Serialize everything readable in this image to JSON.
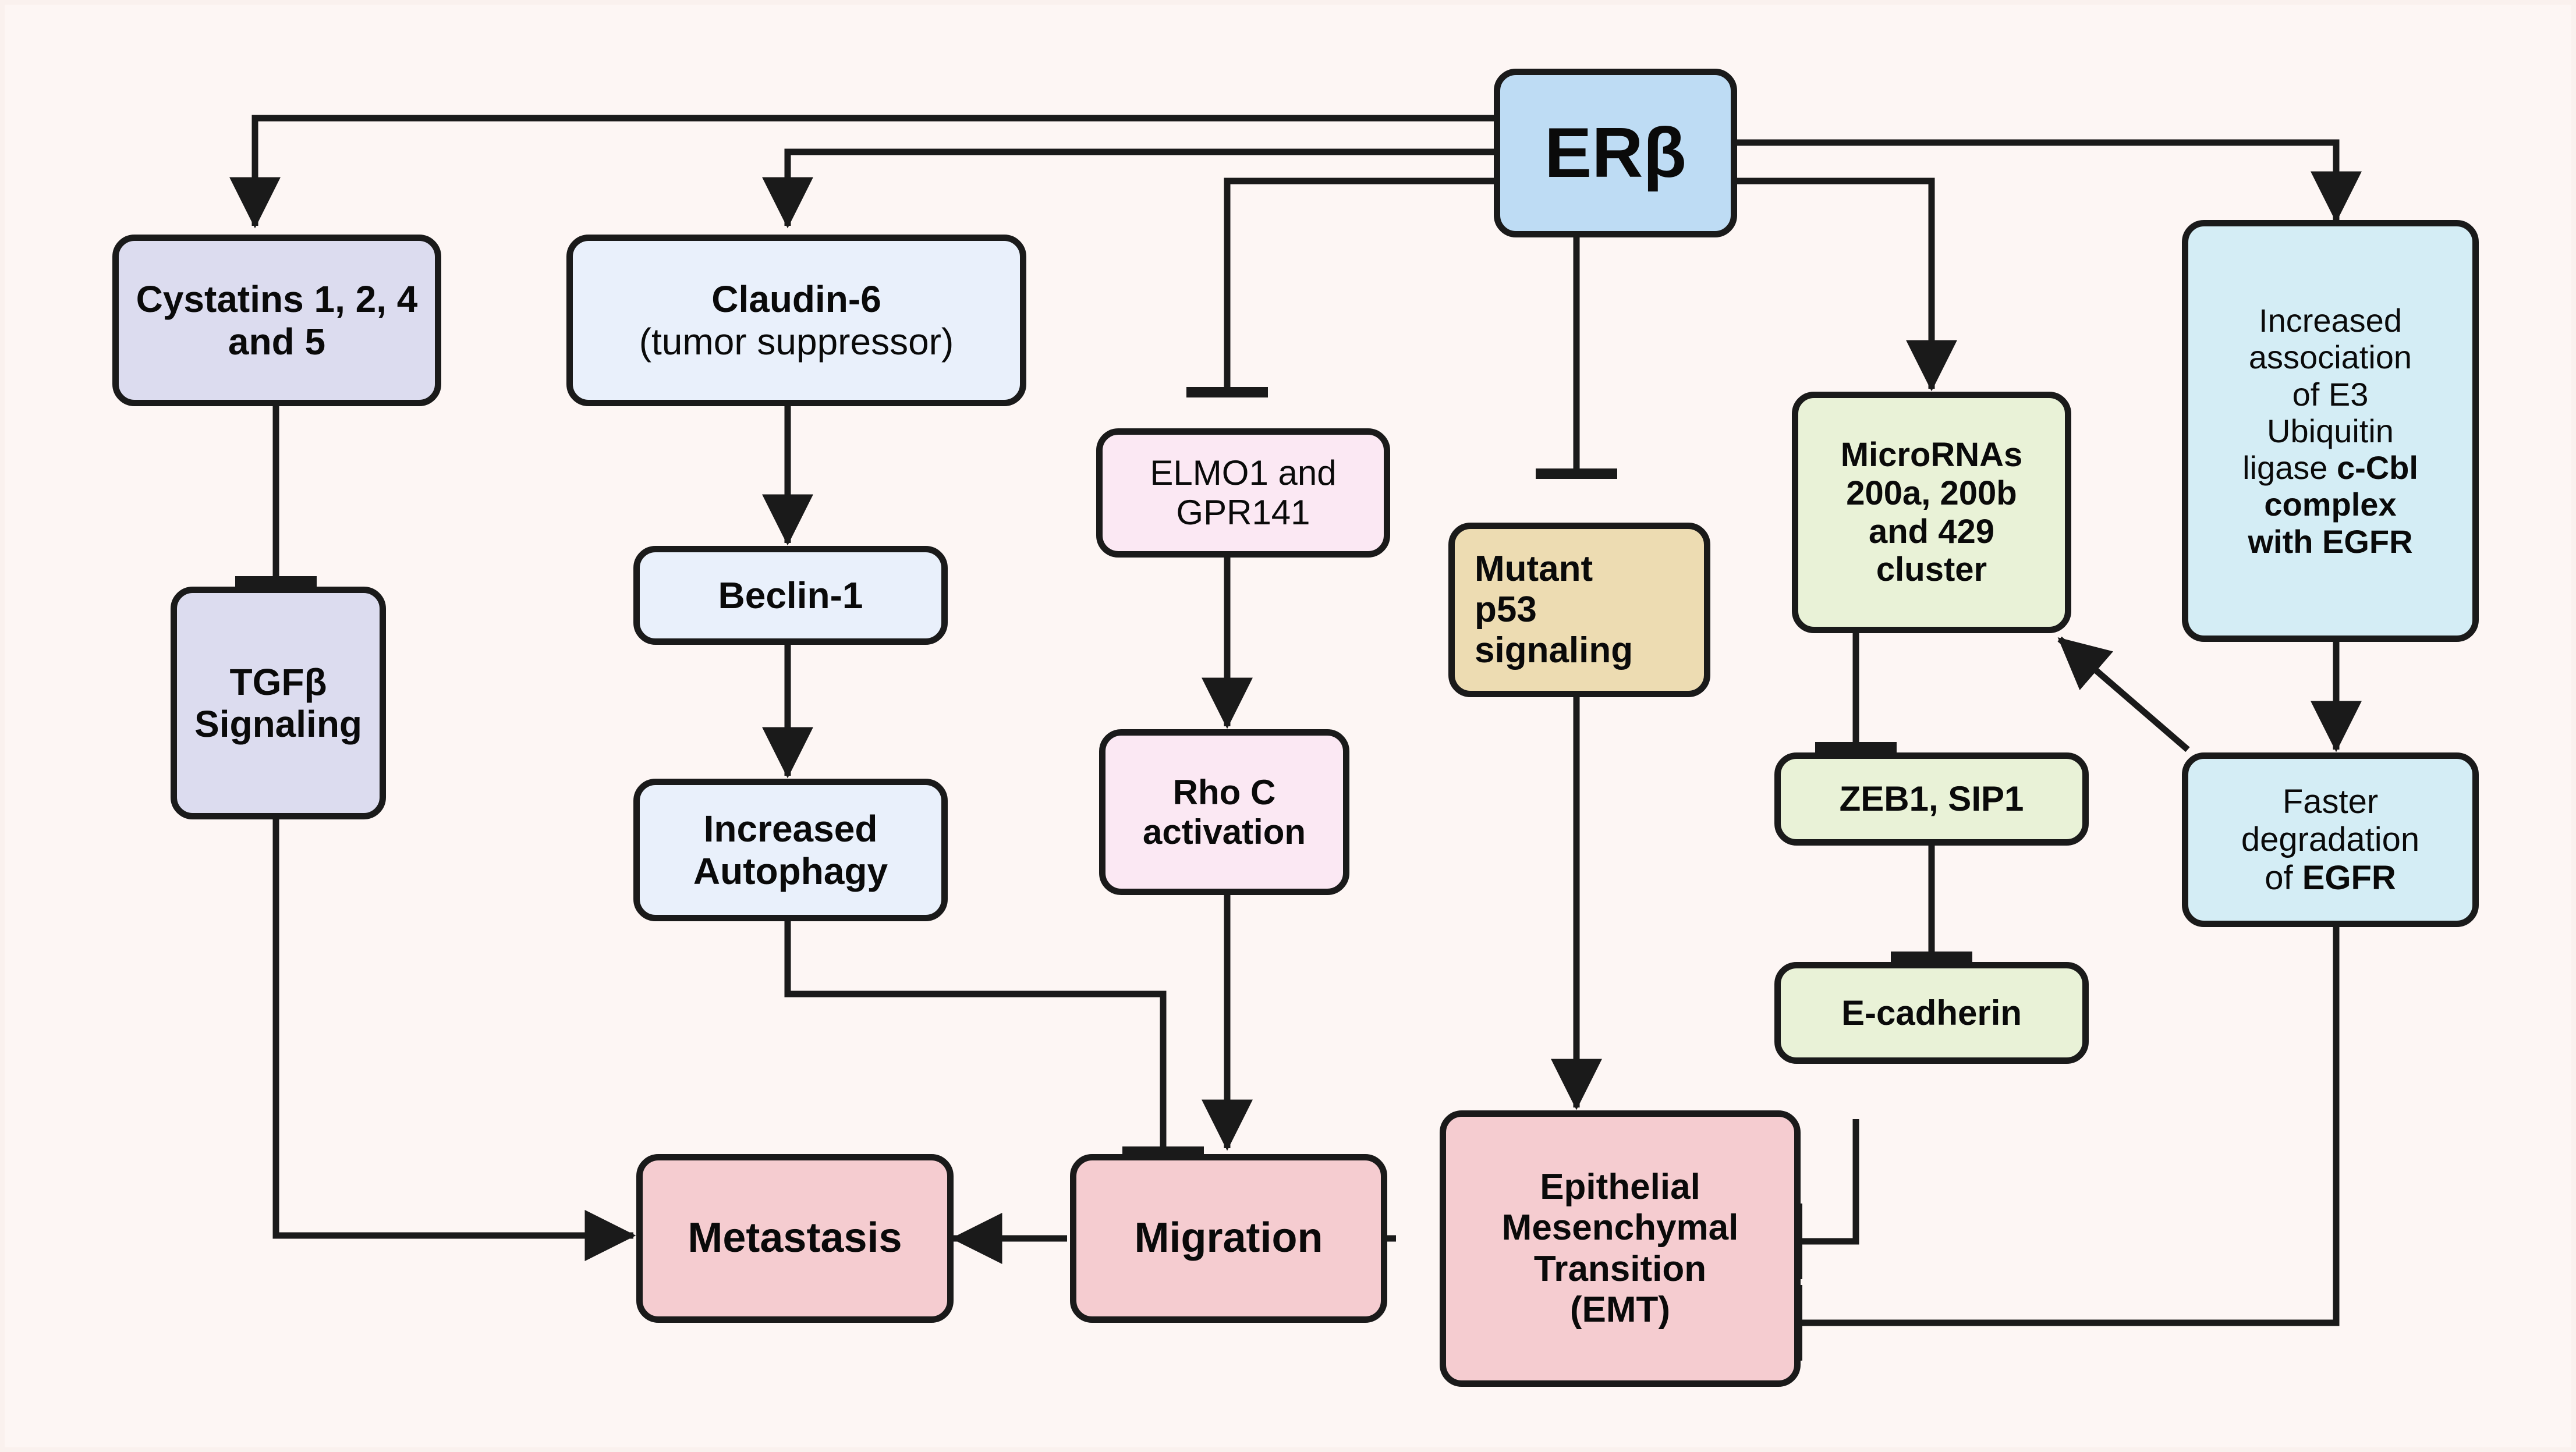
{
  "diagram": {
    "title": "ER-beta signalling in metastasis",
    "background_color": "#fdf6f4",
    "stroke_color": "#1a1a1a"
  },
  "nodes": {
    "erb": {
      "label": "ERβ",
      "fill": "#bedcf4"
    },
    "cystatins": {
      "label": "Cystatins 1, 2, 4 and 5",
      "fill": "#dcdcef"
    },
    "tgfb": {
      "line1": "TGFβ",
      "line2": "Signaling",
      "fill": "#dcdcef"
    },
    "claudin": {
      "line1": "Claudin-6",
      "line2": "(tumor suppressor)",
      "fill": "#e9f0fb"
    },
    "beclin": {
      "label": "Beclin-1",
      "fill": "#e9f0fb"
    },
    "autophagy": {
      "line1": "Increased",
      "line2": "Autophagy",
      "fill": "#e9f0fb"
    },
    "elmo": {
      "line1": "ELMO1 and",
      "line2": "GPR141",
      "fill": "#fbe8f3"
    },
    "rhoc": {
      "line1": "Rho C",
      "line2": "activation",
      "fill": "#fbe8f3"
    },
    "p53": {
      "line1": "Mutant",
      "line2": "p53",
      "line3": "signaling",
      "fill": "#eddcb2"
    },
    "mirna": {
      "line1": "MicroRNAs",
      "line2": "200a, 200b",
      "line3": "and 429",
      "line4": "cluster",
      "fill": "#e9f2d7"
    },
    "zeb1": {
      "label": "ZEB1, SIP1",
      "fill": "#e9f2d7"
    },
    "ecad": {
      "label": "E-cadherin",
      "fill": "#e9f2d7"
    },
    "e3": {
      "plain1": "Increased",
      "plain2": "association",
      "plain3": "of E3",
      "plain4": "Ubiquitin",
      "plain5": "ligase ",
      "bold1": "c-Cbl",
      "bold2": "complex",
      "bold3": "with EGFR",
      "fill": "#d4edf5"
    },
    "degrade": {
      "plain1": "Faster",
      "plain2": "degradation",
      "plain3": "of ",
      "bold1": "EGFR",
      "fill": "#d4edf5"
    },
    "metastasis": {
      "label": "Metastasis",
      "fill": "#f5ccd0"
    },
    "migration": {
      "label": "Migration",
      "fill": "#f5ccd0"
    },
    "emt": {
      "line1": "Epithelial",
      "line2": "Mesenchymal",
      "line3": "Transition",
      "line4": "(EMT)",
      "fill": "#f5ccd0"
    }
  },
  "edges": [
    {
      "from": "erb",
      "to": "cystatins",
      "type": "arrow"
    },
    {
      "from": "erb",
      "to": "claudin",
      "type": "arrow"
    },
    {
      "from": "erb",
      "to": "elmo",
      "type": "inhibit"
    },
    {
      "from": "erb",
      "to": "p53",
      "type": "inhibit"
    },
    {
      "from": "erb",
      "to": "mirna",
      "type": "arrow"
    },
    {
      "from": "erb",
      "to": "e3",
      "type": "arrow"
    },
    {
      "from": "cystatins",
      "to": "tgfb",
      "type": "inhibit"
    },
    {
      "from": "tgfb",
      "to": "metastasis",
      "type": "arrow"
    },
    {
      "from": "claudin",
      "to": "beclin",
      "type": "arrow"
    },
    {
      "from": "beclin",
      "to": "autophagy",
      "type": "arrow"
    },
    {
      "from": "autophagy",
      "to": "migration",
      "type": "inhibit"
    },
    {
      "from": "elmo",
      "to": "rhoc",
      "type": "arrow"
    },
    {
      "from": "rhoc",
      "to": "migration",
      "type": "arrow"
    },
    {
      "from": "p53",
      "to": "emt",
      "type": "arrow"
    },
    {
      "from": "mirna",
      "to": "zeb1",
      "type": "inhibit"
    },
    {
      "from": "zeb1",
      "to": "ecad",
      "type": "inhibit"
    },
    {
      "from": "ecad",
      "to": "emt",
      "type": "inhibit"
    },
    {
      "from": "e3",
      "to": "degrade",
      "type": "arrow"
    },
    {
      "from": "degrade",
      "to": "mirna",
      "type": "arrow"
    },
    {
      "from": "degrade",
      "to": "emt",
      "type": "inhibit"
    },
    {
      "from": "emt",
      "to": "migration",
      "type": "arrow"
    },
    {
      "from": "migration",
      "to": "metastasis",
      "type": "arrow"
    }
  ]
}
